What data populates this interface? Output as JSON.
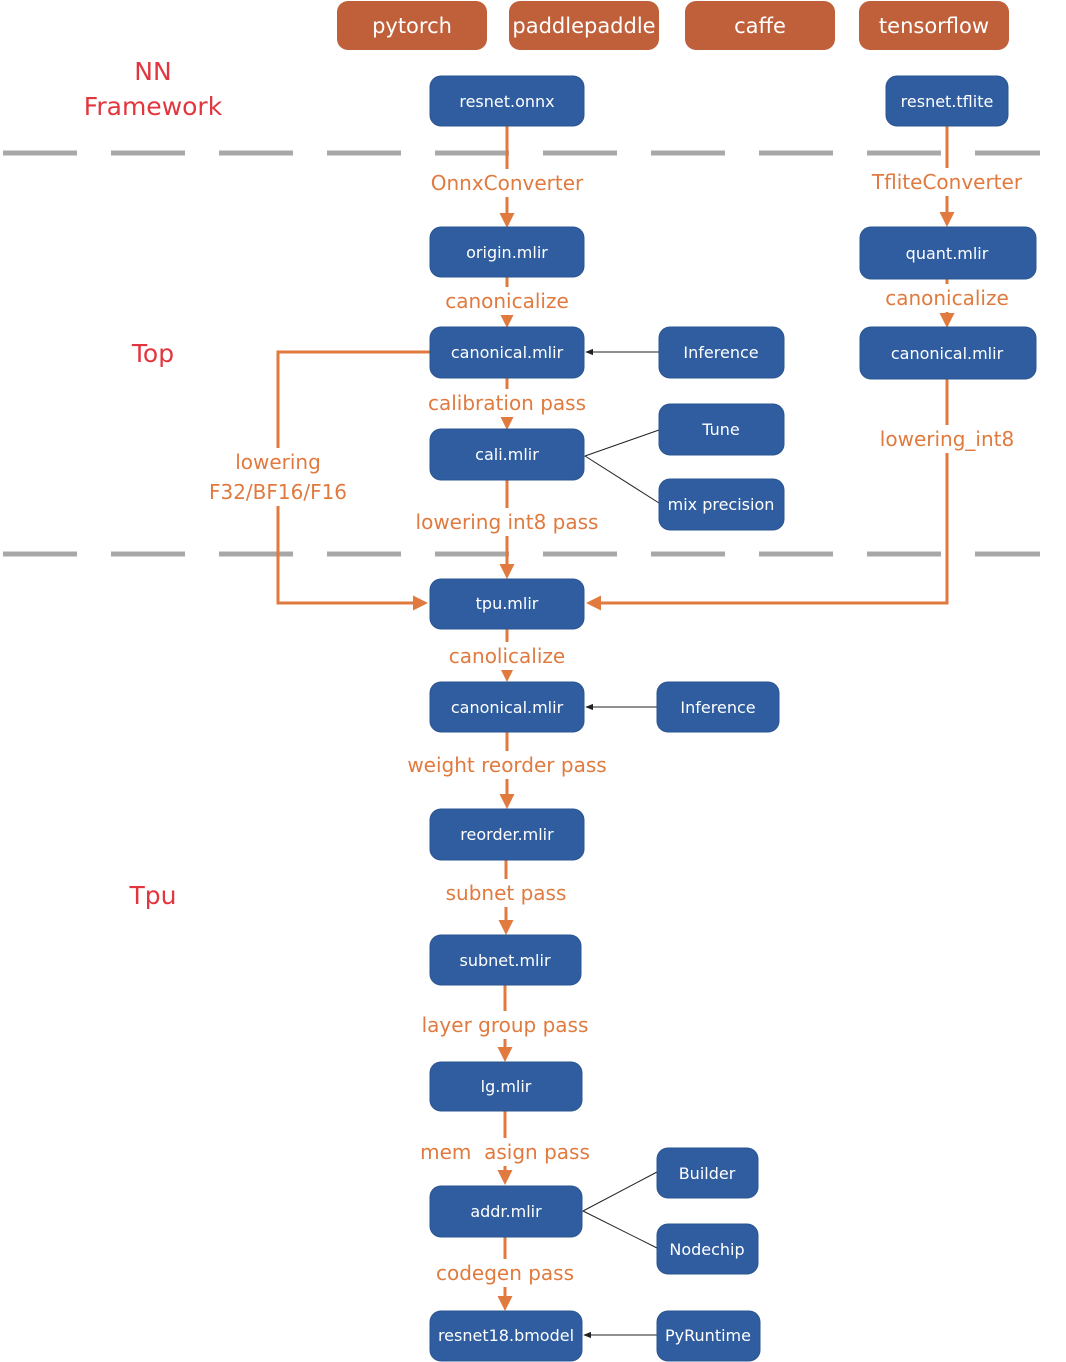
{
  "frameworks": [
    "pytorch",
    "paddlepaddle",
    "caffe",
    "tensorflow"
  ],
  "layers": {
    "nn_line1": "NN",
    "nn_line2": "Framework",
    "top": "Top",
    "tpu": "Tpu"
  },
  "nodes": {
    "resnet_onnx": "resnet.onnx",
    "resnet_tflite": "resnet.tflite",
    "origin_mlir": "origin.mlir",
    "quant_mlir": "quant.mlir",
    "top_canonical_mlir": "canonical.mlir",
    "tflite_canonical_mlir": "canonical.mlir",
    "inference_top": "Inference",
    "cali_mlir": "cali.mlir",
    "tune": "Tune",
    "mix_precision": "mix precision",
    "tpu_mlir": "tpu.mlir",
    "tpu_canonical_mlir": "canonical.mlir",
    "inference_tpu": "Inference",
    "reorder_mlir": "reorder.mlir",
    "subnet_mlir": "subnet.mlir",
    "lg_mlir": "lg.mlir",
    "addr_mlir": "addr.mlir",
    "builder": "Builder",
    "nodechip": "Nodechip",
    "bmodel": "resnet18.bmodel",
    "pyruntime": "PyRuntime"
  },
  "edge_labels": {
    "onnx_converter": "OnnxConverter",
    "tflite_converter": "TfliteConverter",
    "canonicalize_onnx": "canonicalize",
    "canonicalize_tflite": "canonicalize",
    "calibration_pass": "calibration pass",
    "lowering_int8_pass": "lowering int8 pass",
    "lowering_int8_tflite": "lowering_int8",
    "lowering_float_line1": "lowering",
    "lowering_float_line2": "F32/BF16/F16",
    "canolicalize": "canolicalize",
    "weight_reorder_pass": "weight reorder pass",
    "subnet_pass": "subnet pass",
    "layer_group_pass": "layer group pass",
    "mem_asign_pass": "mem  asign pass",
    "codegen_pass": "codegen pass"
  },
  "colors": {
    "framework_box": "#c0603a",
    "node_box": "#2f5d9f",
    "edge": "#e07a3f",
    "layer_label": "#e2363f",
    "separator": "#a8a8a8"
  }
}
